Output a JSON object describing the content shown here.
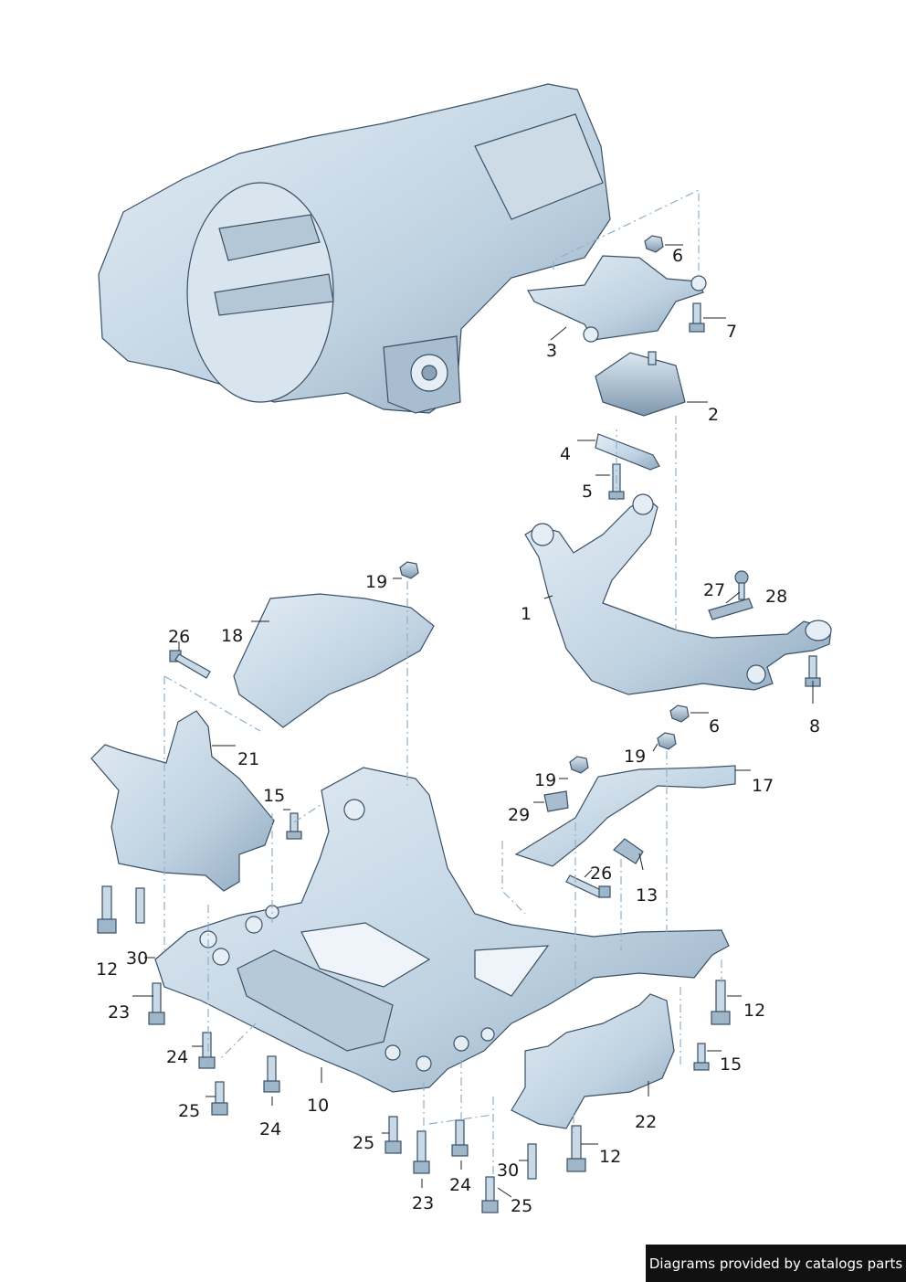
{
  "callouts": [
    {
      "id": "c1",
      "text": "1"
    },
    {
      "id": "c2",
      "text": "2"
    },
    {
      "id": "c3",
      "text": "3"
    },
    {
      "id": "c4",
      "text": "4"
    },
    {
      "id": "c5",
      "text": "5"
    },
    {
      "id": "c6a",
      "text": "6"
    },
    {
      "id": "c6b",
      "text": "6"
    },
    {
      "id": "c7",
      "text": "7"
    },
    {
      "id": "c8",
      "text": "8"
    },
    {
      "id": "c10",
      "text": "10"
    },
    {
      "id": "c12a",
      "text": "12"
    },
    {
      "id": "c12b",
      "text": "12"
    },
    {
      "id": "c12c",
      "text": "12"
    },
    {
      "id": "c13",
      "text": "13"
    },
    {
      "id": "c15a",
      "text": "15"
    },
    {
      "id": "c15b",
      "text": "15"
    },
    {
      "id": "c17",
      "text": "17"
    },
    {
      "id": "c18",
      "text": "18"
    },
    {
      "id": "c19a",
      "text": "19"
    },
    {
      "id": "c19b",
      "text": "19"
    },
    {
      "id": "c19c",
      "text": "19"
    },
    {
      "id": "c21",
      "text": "21"
    },
    {
      "id": "c22",
      "text": "22"
    },
    {
      "id": "c23a",
      "text": "23"
    },
    {
      "id": "c23b",
      "text": "23"
    },
    {
      "id": "c24a",
      "text": "24"
    },
    {
      "id": "c24b",
      "text": "24"
    },
    {
      "id": "c24c",
      "text": "24"
    },
    {
      "id": "c25a",
      "text": "25"
    },
    {
      "id": "c25b",
      "text": "25"
    },
    {
      "id": "c25c",
      "text": "25"
    },
    {
      "id": "c26a",
      "text": "26"
    },
    {
      "id": "c26b",
      "text": "26"
    },
    {
      "id": "c27",
      "text": "27"
    },
    {
      "id": "c28",
      "text": "28"
    },
    {
      "id": "c29",
      "text": "29"
    },
    {
      "id": "c30a",
      "text": "30"
    },
    {
      "id": "c30b",
      "text": "30"
    }
  ],
  "credit": "Diagrams provided by catalogs parts",
  "colors": {
    "part_fill": "#c9d9e6",
    "part_shadow": "#8aa3b8",
    "part_stroke": "#3a5066",
    "leader": "#222222",
    "dash": "#8fb0cc"
  }
}
